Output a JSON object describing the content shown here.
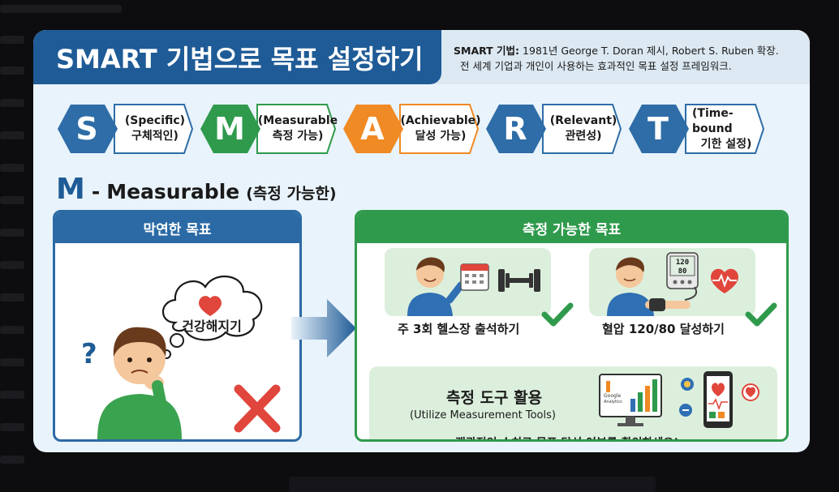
{
  "title": "SMART 기법으로 목표 설정하기",
  "info": {
    "label": "SMART 기법:",
    "line1": " 1981년 George T. Doran 제시, Robert S. Ruben 확장.",
    "line2": "전 세계 기업과 개인이 사용하는 효과적인 목표 설정 프레임워크."
  },
  "smart": [
    {
      "letter": "S",
      "en": "(Specific)",
      "kr": "구체적인)",
      "color": "#2e6da7"
    },
    {
      "letter": "M",
      "en": "(Measurable",
      "kr": "측정 가능)",
      "color": "#2f9a4c"
    },
    {
      "letter": "A",
      "en": "(Achievable)",
      "kr": "달성 가능)",
      "color": "#f08a24"
    },
    {
      "letter": "R",
      "en": "(Relevant)",
      "kr": "관련성)",
      "color": "#2e6da7"
    },
    {
      "letter": "T",
      "en": "(Time-bound",
      "kr": "기한 설정)",
      "color": "#2e6da7"
    }
  ],
  "section": {
    "letter": "M",
    "dash": "-",
    "word": "Measurable",
    "kr": "(측정 가능한)"
  },
  "vague": {
    "header": "막연한 목표",
    "thought": "건강해지기",
    "question": "?"
  },
  "measurable": {
    "header": "측정 가능한 목표",
    "goal1": "주 3회 헬스장 출석하기",
    "goal2": "혈압 120/80 달성하기",
    "bp_top": "120",
    "bp_bottom": "80",
    "tools_title": "측정 도구 활용",
    "tools_sub": "(Utilize Measurement Tools)",
    "analytics_label1": "Google",
    "analytics_label2": "Analytics",
    "note": "객관적인 수치로 목표 달성 여부를 확인하세요!"
  },
  "colors": {
    "blue": "#1f5b96",
    "green": "#2f9a4c",
    "orange": "#f08a24",
    "red": "#e0463c"
  }
}
